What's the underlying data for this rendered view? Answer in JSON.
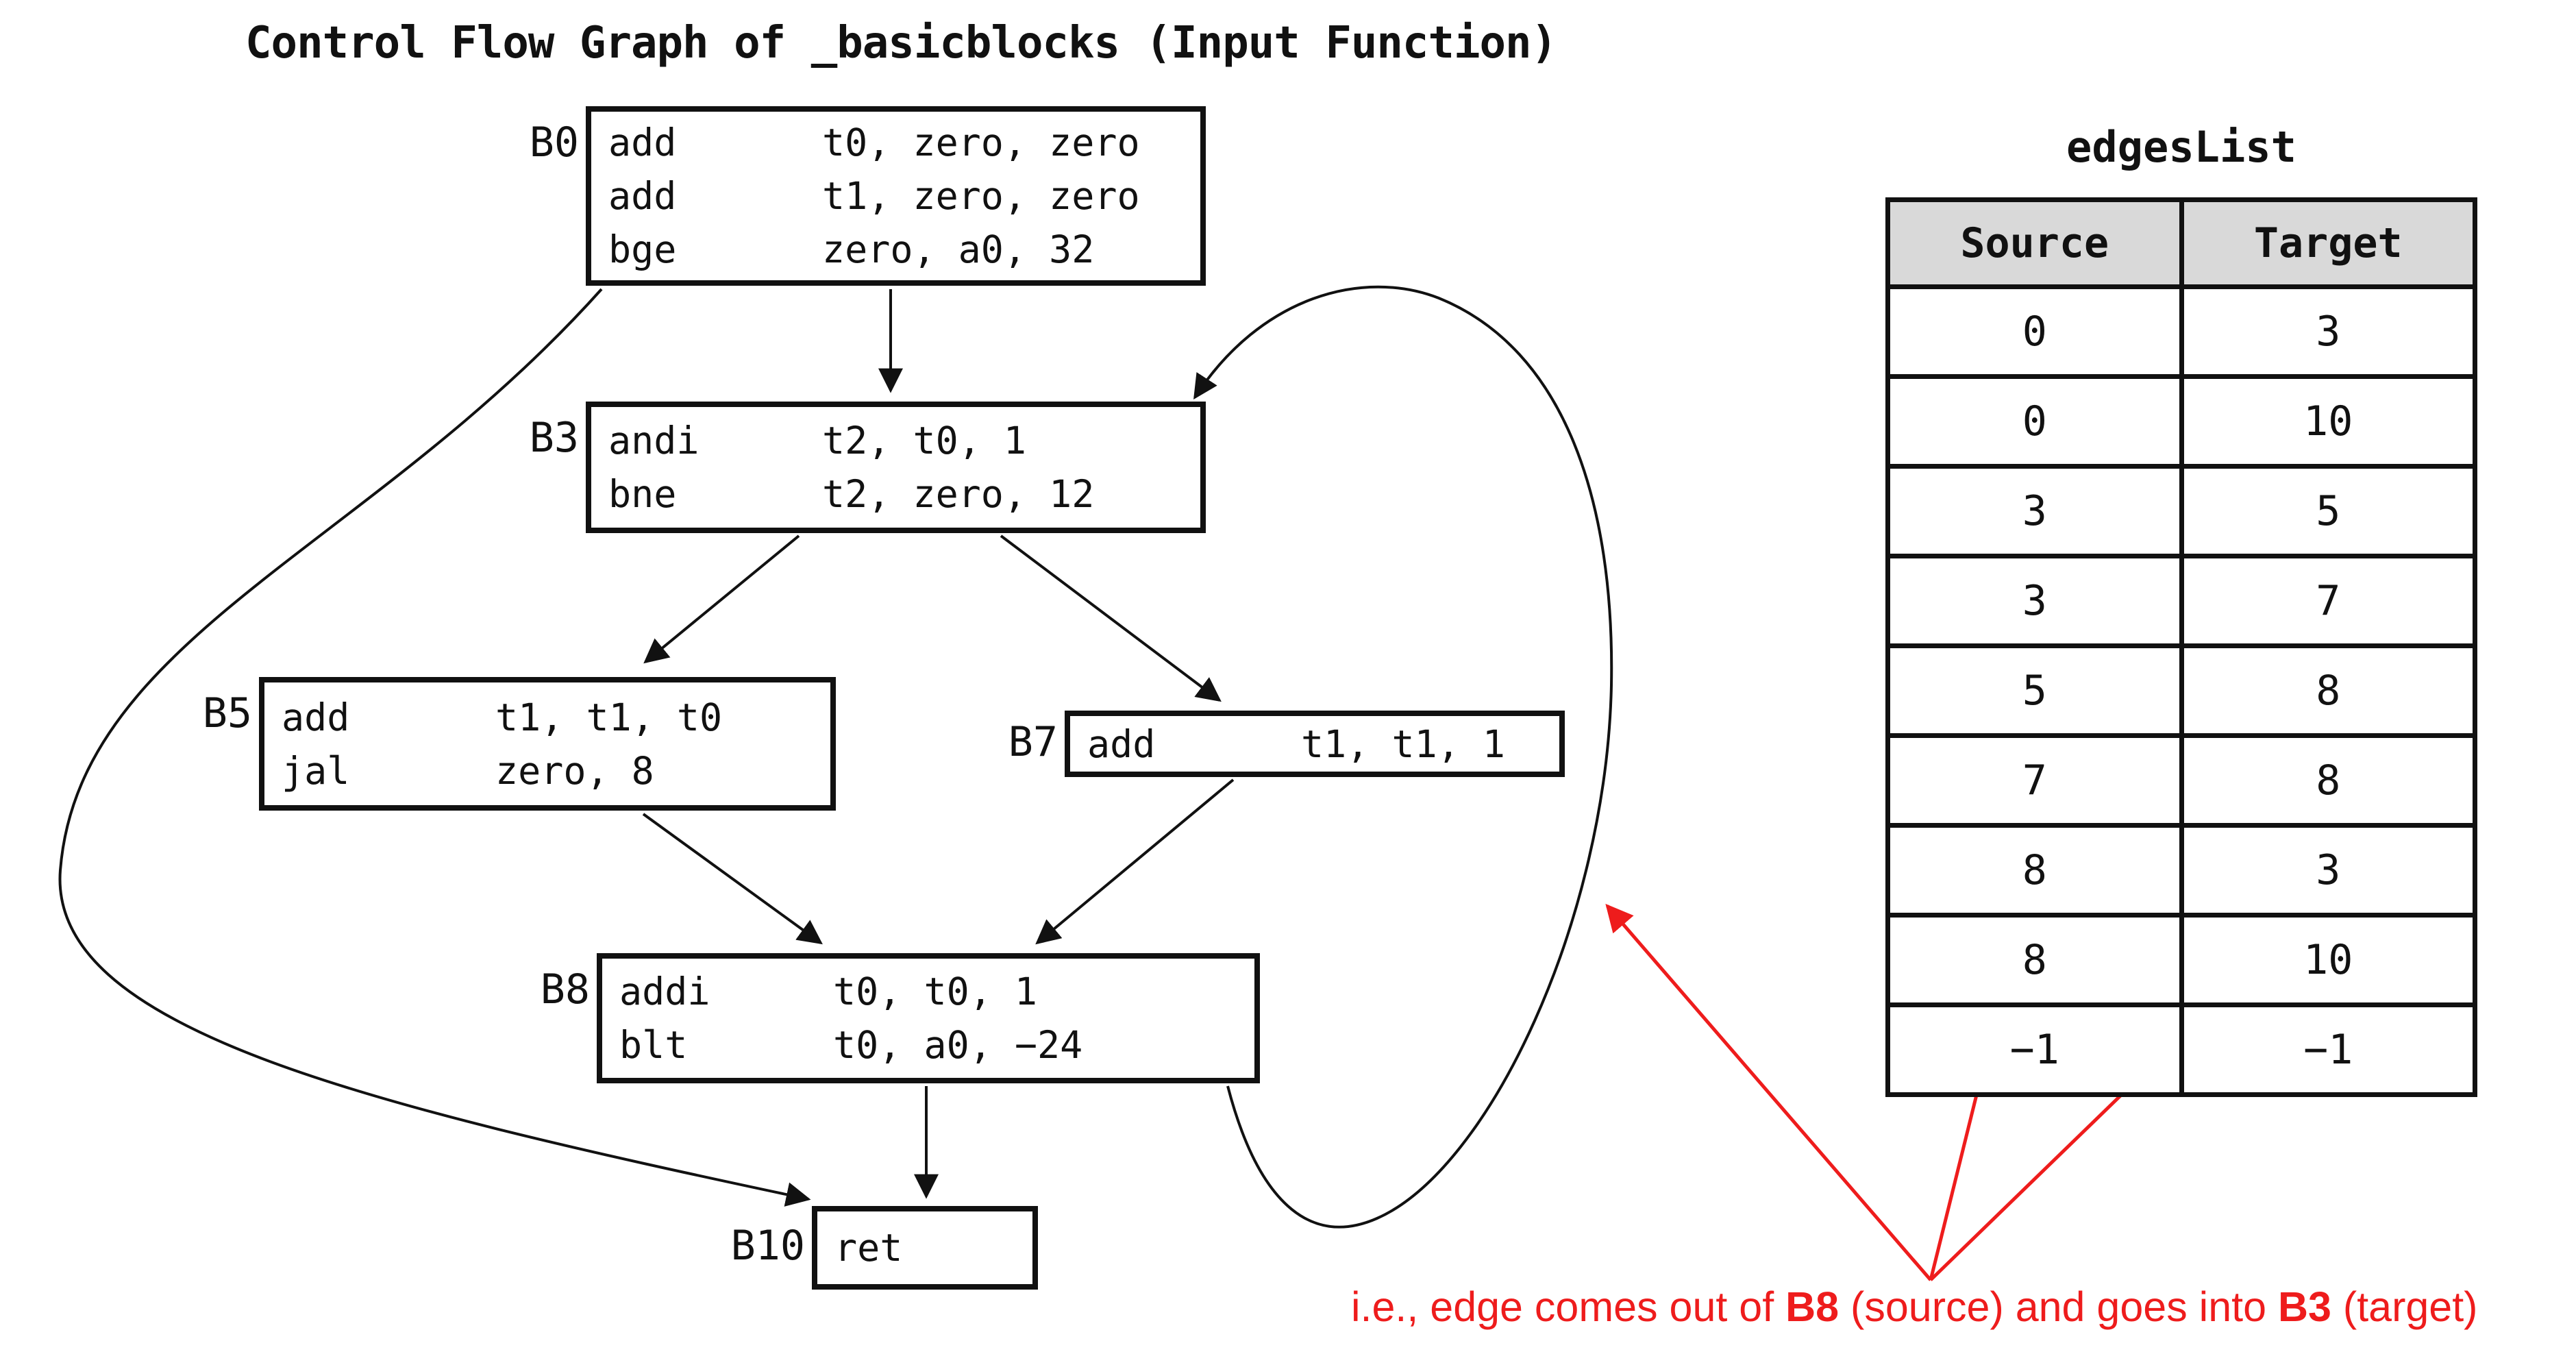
{
  "title": "Control Flow Graph of _basicblocks (Input Function)",
  "cfg": {
    "blocks": [
      {
        "label": "B0",
        "instructions": [
          [
            "add",
            "t0, zero, zero"
          ],
          [
            "add",
            "t1, zero, zero"
          ],
          [
            "bge",
            "zero, a0, 32"
          ]
        ]
      },
      {
        "label": "B3",
        "instructions": [
          [
            "andi",
            "t2, t0, 1"
          ],
          [
            "bne",
            "t2, zero, 12"
          ]
        ]
      },
      {
        "label": "B5",
        "instructions": [
          [
            "add",
            "t1, t1, t0"
          ],
          [
            "jal",
            "zero, 8"
          ]
        ]
      },
      {
        "label": "B7",
        "instructions": [
          [
            "add",
            "t1, t1, 1"
          ]
        ]
      },
      {
        "label": "B8",
        "instructions": [
          [
            "addi",
            "t0, t0, 1"
          ],
          [
            "blt",
            "t0, a0, −24"
          ]
        ]
      },
      {
        "label": "B10",
        "instructions": [
          [
            "ret",
            ""
          ]
        ]
      }
    ],
    "edges": [
      "0→3",
      "0→10",
      "3→5",
      "3→7",
      "5→8",
      "7→8",
      "8→3",
      "8→10"
    ]
  },
  "edges_table": {
    "title": "edgesList",
    "columns": [
      "Source",
      "Target"
    ],
    "rows": [
      [
        "0",
        "3"
      ],
      [
        "0",
        "10"
      ],
      [
        "3",
        "5"
      ],
      [
        "3",
        "7"
      ],
      [
        "5",
        "8"
      ],
      [
        "7",
        "8"
      ],
      [
        "8",
        "3"
      ],
      [
        "8",
        "10"
      ],
      [
        "−1",
        "−1"
      ]
    ]
  },
  "annotation": {
    "parts": [
      {
        "text": "i.e., edge comes out of ",
        "bold": false
      },
      {
        "text": "B8",
        "bold": true
      },
      {
        "text": " (source) and goes into ",
        "bold": false
      },
      {
        "text": "B3",
        "bold": true
      },
      {
        "text": " (target)",
        "bold": false
      }
    ]
  },
  "colors": {
    "accent_red": "#ee1c1c",
    "table_header_bg": "#d9d9d9",
    "stroke": "#111111"
  }
}
